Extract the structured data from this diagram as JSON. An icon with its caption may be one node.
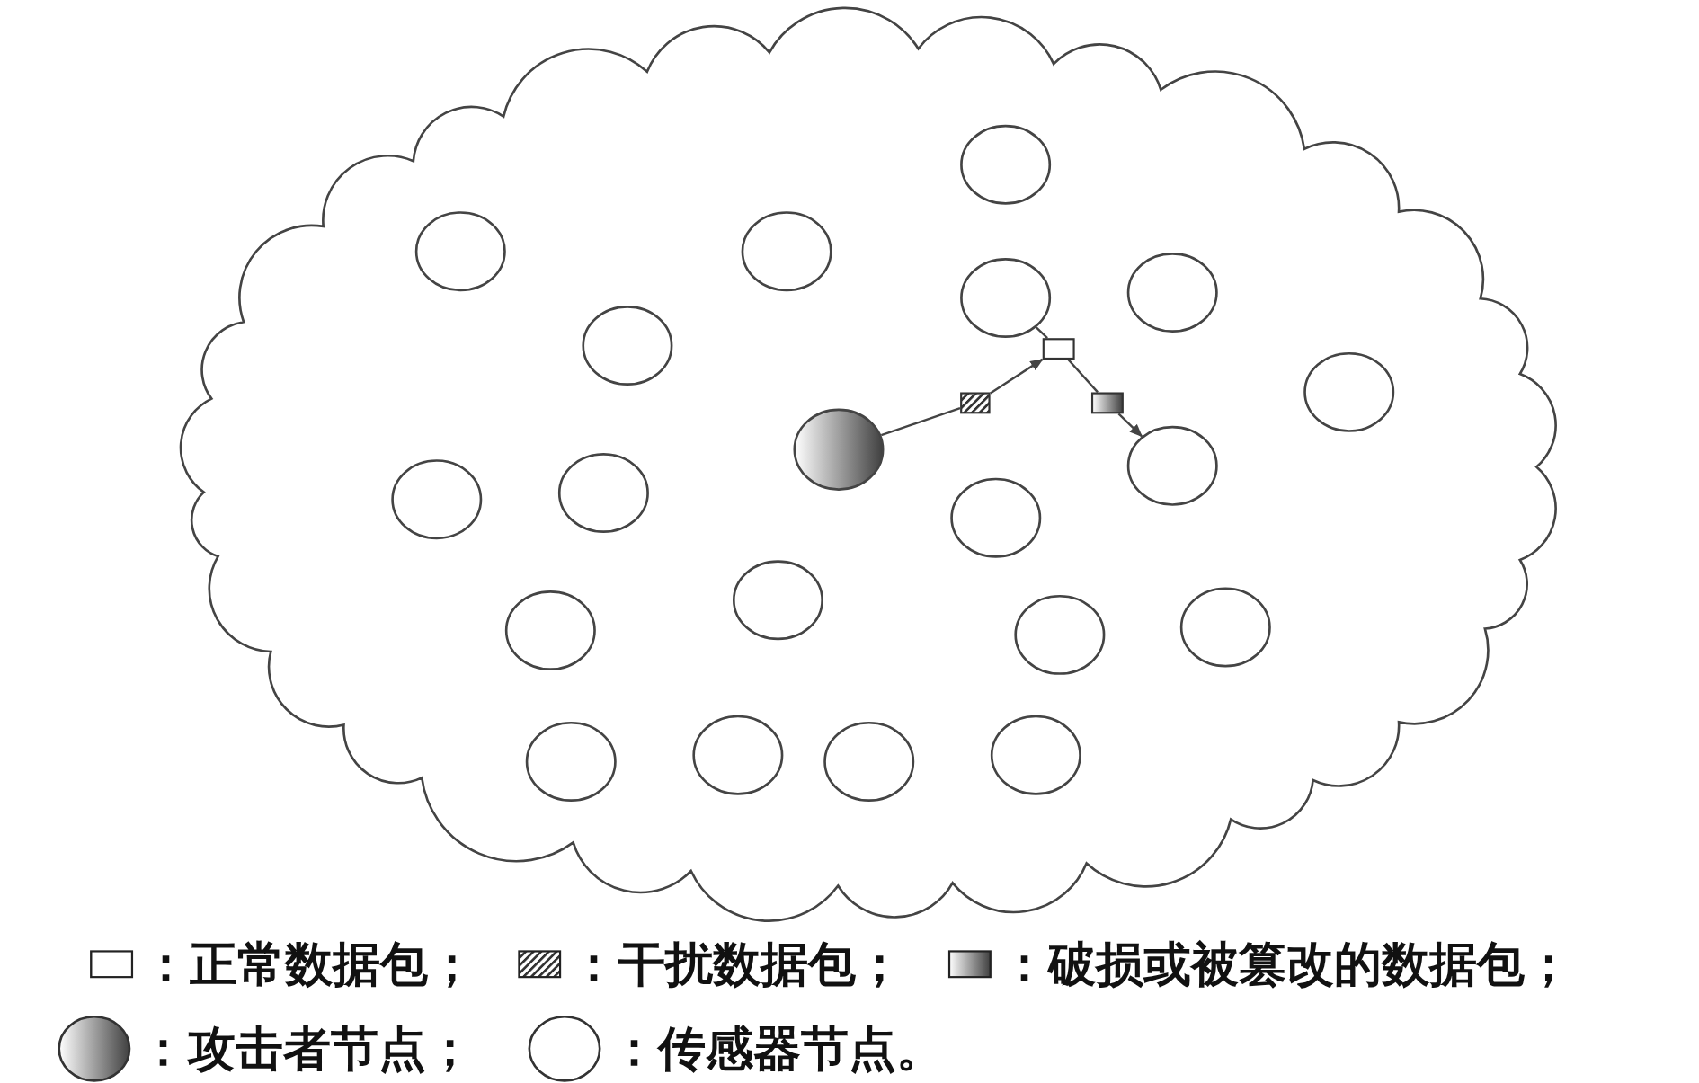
{
  "diagram": {
    "nodes": [
      {
        "text": [],
        "shape": "cloud"
      },
      {
        "text": [],
        "shape": "circle",
        "in": 0
      },
      {
        "text": [],
        "shape": "circle",
        "in": 0
      },
      {
        "text": [],
        "shape": "circle",
        "in": 0
      },
      {
        "text": [],
        "shape": "circle",
        "in": 0
      },
      {
        "text": [],
        "shape": "circle",
        "in": 0
      },
      {
        "text": [],
        "shape": "circle",
        "in": 0
      },
      {
        "text": [],
        "shape": "box",
        "in": 0
      },
      {
        "text": [],
        "shape": "circle",
        "in": 0
      },
      {
        "text": [],
        "shape": "box",
        "in": 0
      },
      {
        "text": [],
        "shape": "box",
        "in": 0
      },
      {
        "text": [],
        "shape": "circle",
        "in": 0
      },
      {
        "text": [],
        "shape": "circle",
        "in": 0
      },
      {
        "text": [],
        "shape": "circle",
        "in": 0
      },
      {
        "text": [],
        "shape": "circle",
        "in": 0
      },
      {
        "text": [],
        "shape": "circle",
        "in": 0
      },
      {
        "text": [],
        "shape": "circle",
        "in": 0
      },
      {
        "text": [],
        "shape": "circle",
        "in": 0
      },
      {
        "text": [],
        "shape": "circle",
        "in": 0
      },
      {
        "text": [],
        "shape": "circle",
        "in": 0
      },
      {
        "text": [],
        "shape": "circle",
        "in": 0
      },
      {
        "text": [],
        "shape": "circle",
        "in": 0
      },
      {
        "text": [],
        "shape": "circle",
        "in": 0
      },
      {
        "text": [],
        "shape": "circle",
        "in": 0
      }
    ],
    "edges": [
      {
        "from": 4,
        "to": 7,
        "arrow": "none"
      },
      {
        "from": 7,
        "to": 10,
        "arrow": "none"
      },
      {
        "from": 10,
        "to": 12,
        "arrow": "to"
      },
      {
        "from": 11,
        "to": 9,
        "arrow": "none"
      },
      {
        "from": 9,
        "to": 7,
        "arrow": "to"
      }
    ],
    "legend": [
      {
        "text": "：正常数据包；"
      },
      {
        "text": "：干扰数据包；"
      },
      {
        "text": "：破损或被篡改的数据包；"
      },
      {
        "text": "：攻击者节点；"
      },
      {
        "text": "：传感器节点。"
      }
    ]
  }
}
